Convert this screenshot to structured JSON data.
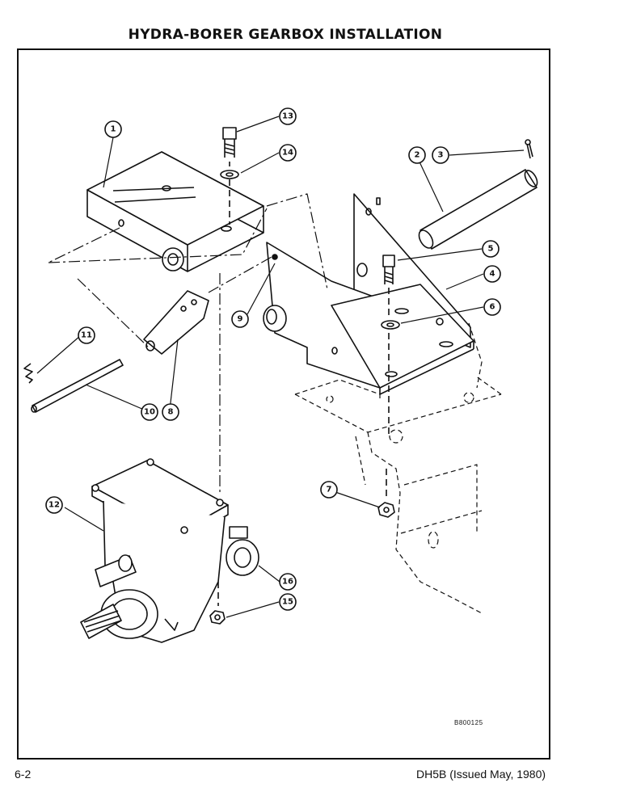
{
  "title": "HYDRA-BORER GEARBOX INSTALLATION",
  "footer": {
    "page": "6-2",
    "document": "DH5B (Issued May, 1980)"
  },
  "drawing_code": "B800125",
  "callouts": [
    "1",
    "2",
    "3",
    "4",
    "5",
    "6",
    "7",
    "8",
    "9",
    "10",
    "11",
    "12",
    "13",
    "14",
    "15",
    "16"
  ]
}
